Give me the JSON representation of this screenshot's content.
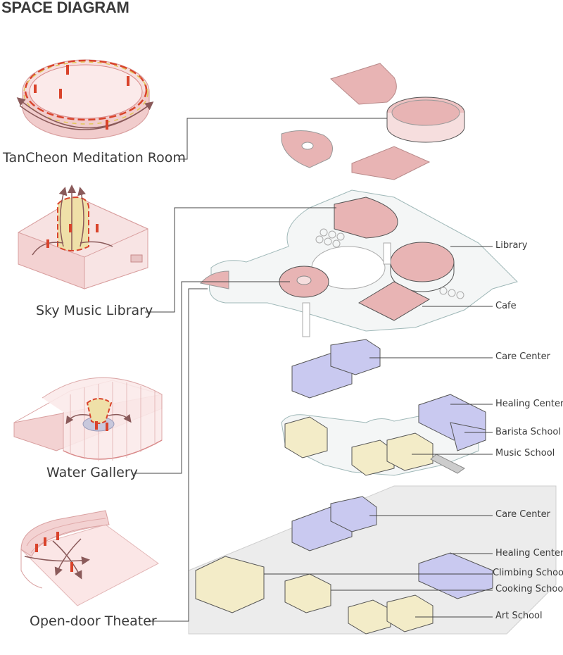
{
  "title": "SPACE DIAGRAM",
  "spaces": [
    {
      "label": "TanCheon Meditation Room"
    },
    {
      "label": "Sky Music Library"
    },
    {
      "label": "Water Gallery"
    },
    {
      "label": "Open-door Theater"
    }
  ],
  "level2_labels": [
    "Library",
    "Cafe"
  ],
  "level1_labels": [
    "Care Center",
    "Healing Center",
    "Barista School",
    "Music School"
  ],
  "ground_labels": [
    "Care Center",
    "Healing Center",
    "Climbing School",
    "Cooking School",
    "Art School"
  ],
  "colors": {
    "pink": "#e8b4b4",
    "pinkDark": "#d98a8a",
    "blue": "#c9c9f0",
    "yellow": "#f3ecc8",
    "red": "#d9432b",
    "line": "#333333"
  }
}
